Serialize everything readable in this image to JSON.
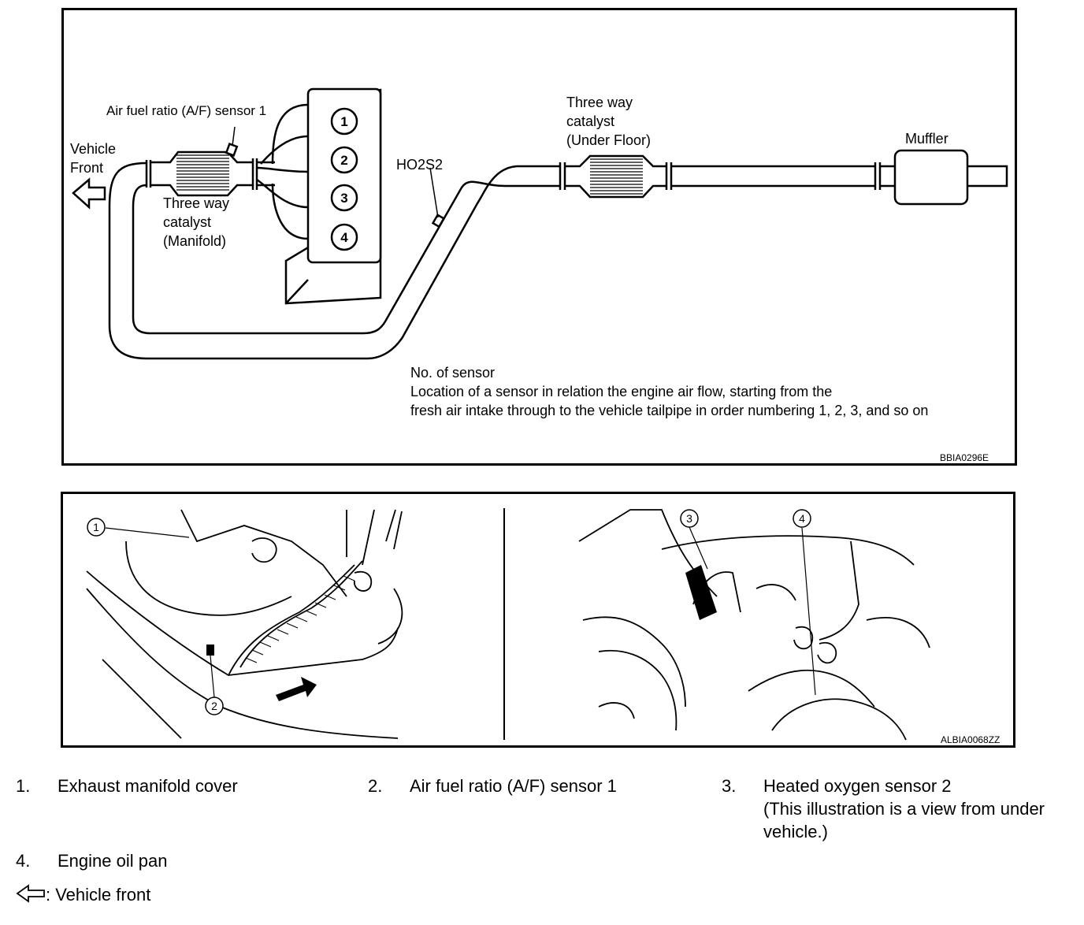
{
  "top_diagram": {
    "labels": {
      "af_sensor": "Air fuel ratio (A/F) sensor 1",
      "vehicle_front": [
        "Vehicle",
        "Front"
      ],
      "manifold_catalyst": [
        "Three way",
        "catalyst",
        "(Manifold)"
      ],
      "ho2s2": "HO2S2",
      "underfloor_catalyst": [
        "Three way",
        "catalyst",
        "(Under Floor)"
      ],
      "muffler": "Muffler"
    },
    "cylinders": [
      "1",
      "2",
      "3",
      "4"
    ],
    "note": [
      "No. of sensor",
      "Location of a sensor in relation the engine air flow, starting from the",
      "fresh air intake through to the vehicle tailpipe in order numbering 1, 2, 3, and so on"
    ],
    "code": "BBIA0296E"
  },
  "bottom_photos": {
    "callouts": [
      "1",
      "2",
      "3",
      "4"
    ],
    "code": "ALBIA0068ZZ"
  },
  "legend": [
    {
      "num": "1.",
      "lines": [
        "Exhaust manifold cover"
      ]
    },
    {
      "num": "2.",
      "lines": [
        "Air fuel ratio (A/F) sensor 1"
      ]
    },
    {
      "num": "3.",
      "lines": [
        "Heated oxygen sensor 2",
        "(This illustration is a view from under",
        "vehicle.)"
      ]
    },
    {
      "num": "4.",
      "lines": [
        "Engine oil pan"
      ]
    }
  ],
  "arrow_note": ": Vehicle front"
}
